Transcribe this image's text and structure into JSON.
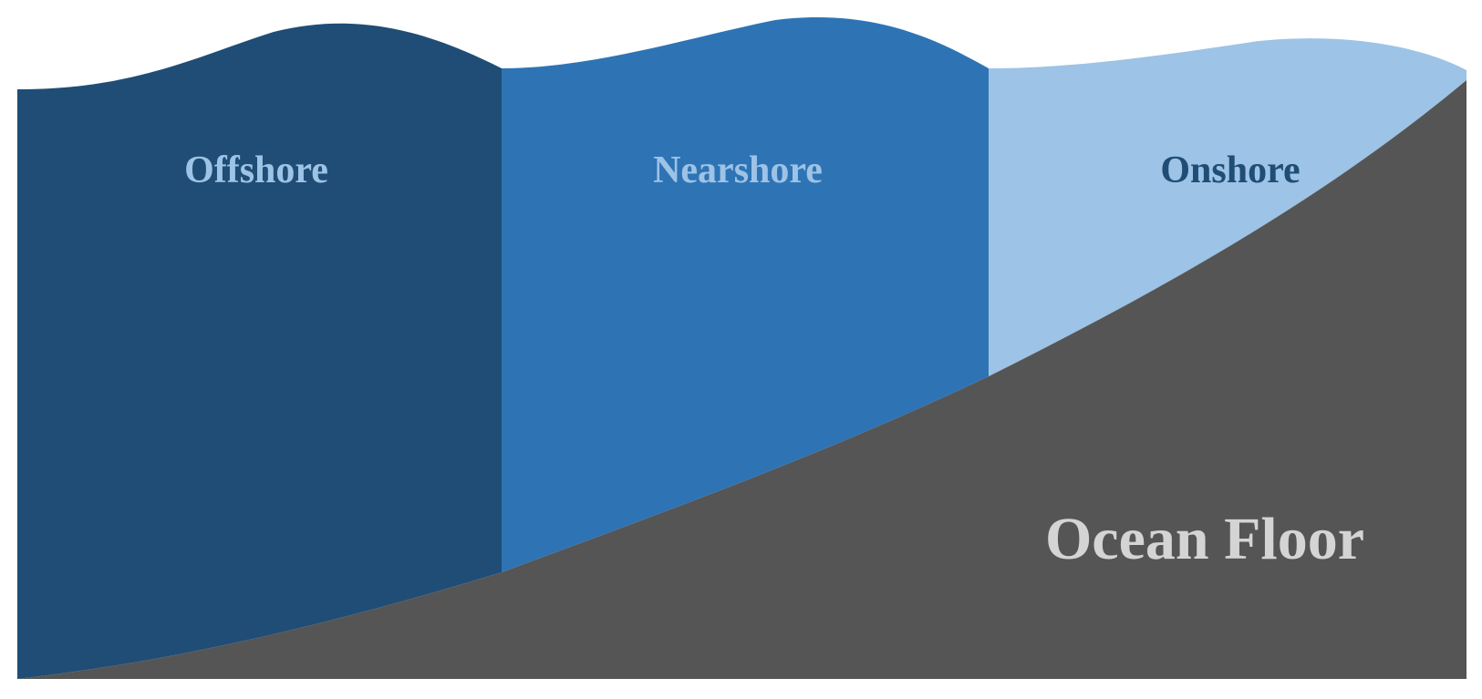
{
  "diagram": {
    "zones": [
      {
        "label": "Offshore",
        "fill": "#204d75",
        "label_color": "#9dc3e6"
      },
      {
        "label": "Nearshore",
        "fill": "#2e74b5",
        "label_color": "#9dc3e6"
      },
      {
        "label": "Onshore",
        "fill": "#9dc3e6",
        "label_color": "#204d75"
      }
    ],
    "floor": {
      "label": "Ocean Floor",
      "fill": "#555555",
      "label_color": "#d4d4d4"
    }
  }
}
